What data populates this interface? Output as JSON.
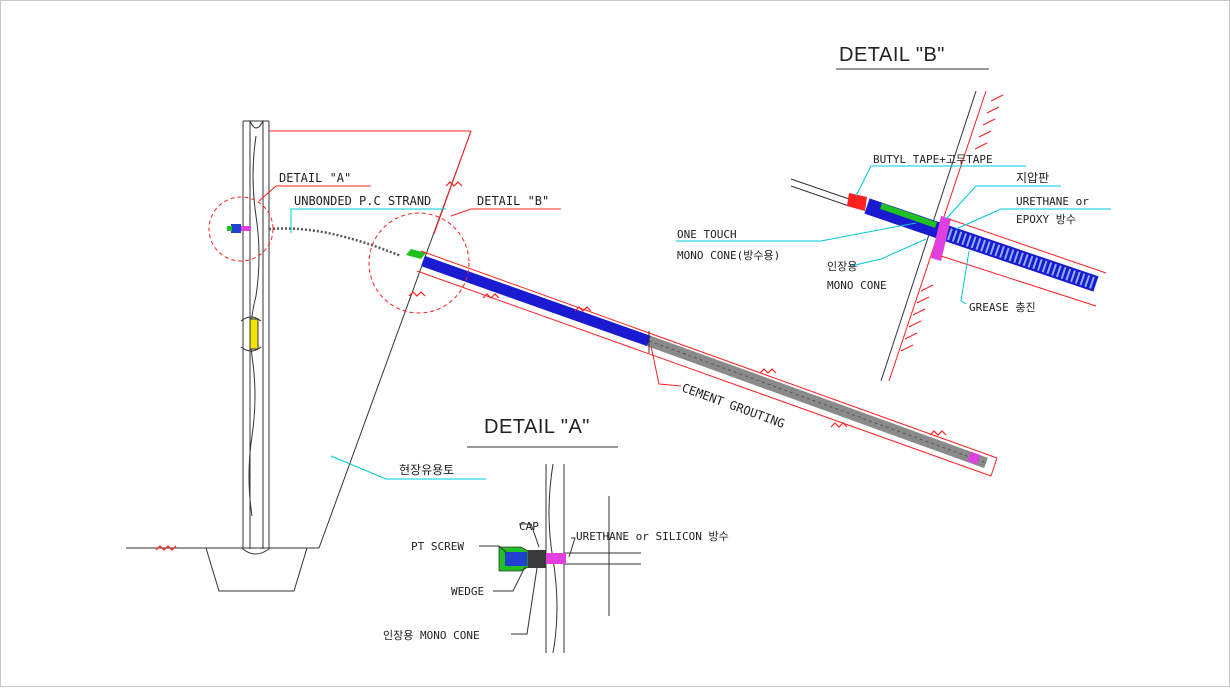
{
  "labels": {
    "detail_a_callout": "DETAIL \"A\"",
    "unbonded_strand": "UNBONDED P.C STRAND",
    "detail_b_callout": "DETAIL \"B\"",
    "cement_grouting": "CEMENT GROUTING",
    "soil": "현장유용토"
  },
  "detail_a": {
    "title": "DETAIL \"A\"",
    "cap": "CAP",
    "pt_screw": "PT SCREW",
    "urethane_silicon": "URETHANE or SILICON 방수",
    "wedge": "WEDGE",
    "mono_cone": "인장용 MONO CONE"
  },
  "detail_b": {
    "title": "DETAIL \"B\"",
    "butyl_tape": "BUTYL TAPE+고무TAPE",
    "bearing_plate": "지압판",
    "urethane_epoxy_1": "URETHANE or",
    "urethane_epoxy_2": "EPOXY 방수",
    "one_touch_1": "ONE TOUCH",
    "one_touch_2": "MONO CONE(방수용)",
    "tension_cone_1": "인장용",
    "tension_cone_2": "MONO CONE",
    "grease": "GREASE 충진"
  },
  "colors": {
    "red": "#ff2020",
    "blue": "#1a1ad0",
    "cyan": "#00c8d8",
    "green": "#20c020",
    "magenta": "#e040e0",
    "grout": "#8a8a8a"
  }
}
